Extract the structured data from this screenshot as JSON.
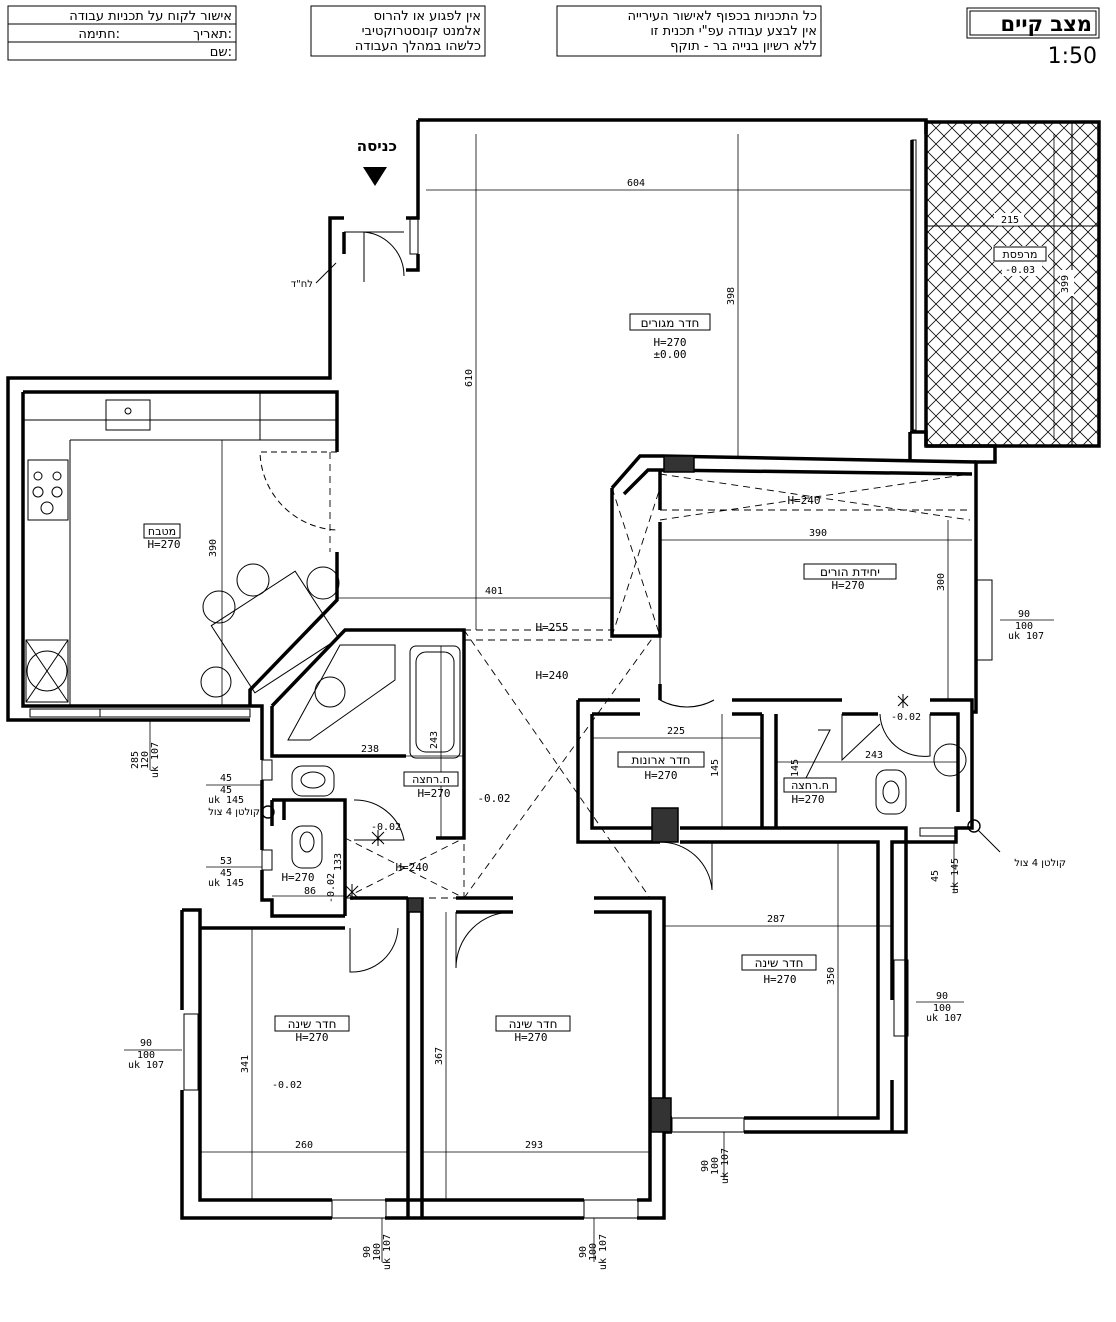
{
  "notes": {
    "approval": {
      "line1": "אישור לקוח על תכניות עבודה",
      "date_label": "תאריך:",
      "sign_label": "חתימה:",
      "name_label": "שם:"
    },
    "structure": {
      "line1": "אין לפגוע או להרוס",
      "line2": "אלמנט קונסטרוקטיבי",
      "line3": "כלשהו במהלך העבודה"
    },
    "permit": {
      "line1": "כל התכניות בכפוף לאישור העירייה",
      "line2": "אין לבצע עבודה עפ\"י תכנית זו",
      "line3": "ללא רשיון בנייה בר - תוקף"
    },
    "title": "מצב קיים",
    "scale": "1:50"
  },
  "entrance": {
    "label": "כניסה",
    "mailbox": "לח\"ד"
  },
  "rooms": {
    "living": {
      "name": "חדר מגורים",
      "height": "H=270",
      "level": "±0.00"
    },
    "balcony": {
      "name": "מרפסת",
      "level": "-0.03"
    },
    "kitchen": {
      "name": "מטבח",
      "height": "H=270"
    },
    "master": {
      "name": "יחידת הורים",
      "height": "H=270"
    },
    "closet": {
      "name": "חדר ארונות",
      "height": "H=270"
    },
    "bath1": {
      "name": "ח.רחצה",
      "height": "H=270"
    },
    "bath2": {
      "name": "ח.רחצה",
      "height": "H=270"
    },
    "wc": {
      "height": "H=270"
    },
    "bed1": {
      "name": "חדר שינה",
      "height": "H=270"
    },
    "bed2": {
      "name": "חדר שינה",
      "height": "H=270"
    },
    "bed3": {
      "name": "חדר שינה",
      "height": "H=270"
    }
  },
  "ceilings": {
    "master_entry": "H=240",
    "corridor_top": "H=255",
    "hall": "H=240",
    "corridor_low": "H=240"
  },
  "levels": {
    "hall": "-0.02",
    "bath1": "-0.02",
    "master_bath": "-0.02",
    "wc": "-0.02",
    "bed1": "-0.02"
  },
  "dims": {
    "living_w": "604",
    "living_h": "398",
    "living_total": "610",
    "balcony_w": "215",
    "balcony_h": "399",
    "kitchen_h": "390",
    "corridor_w": "401",
    "master_w": "390",
    "master_h": "300",
    "bath1_w": "238",
    "bath1_h": "243",
    "closet_w": "225",
    "closet_h": "145",
    "mbath_w": "243",
    "mbath_h": "145",
    "wc_h": "133",
    "wc_w": "86",
    "bed3_w": "287",
    "bed3_h": "350",
    "bed1_h": "341",
    "bed1_w": "260",
    "bed2_h": "367",
    "bed2_w": "293"
  },
  "windows": {
    "kitchen": [
      "285",
      "120",
      "uk 107"
    ],
    "bath_a": [
      "45",
      "45",
      "uk 145"
    ],
    "bath_b": [
      "53",
      "45",
      "uk 145"
    ],
    "master": [
      "90",
      "100",
      "uk 107"
    ],
    "bed3": [
      "90",
      "100",
      "uk 107"
    ],
    "bed1_side": [
      "90",
      "100",
      "uk 107"
    ],
    "bed1_bottom": [
      "90",
      "100",
      "uk 107"
    ],
    "bed2_bottom": [
      "90",
      "100",
      "uk 107"
    ],
    "bed3_bottom": [
      "90",
      "100",
      "uk 107"
    ],
    "mbath": [
      "45",
      "uk 145"
    ]
  },
  "ducts": {
    "left": "קולטן 4 צול",
    "right": "קולטן 4 צול"
  }
}
